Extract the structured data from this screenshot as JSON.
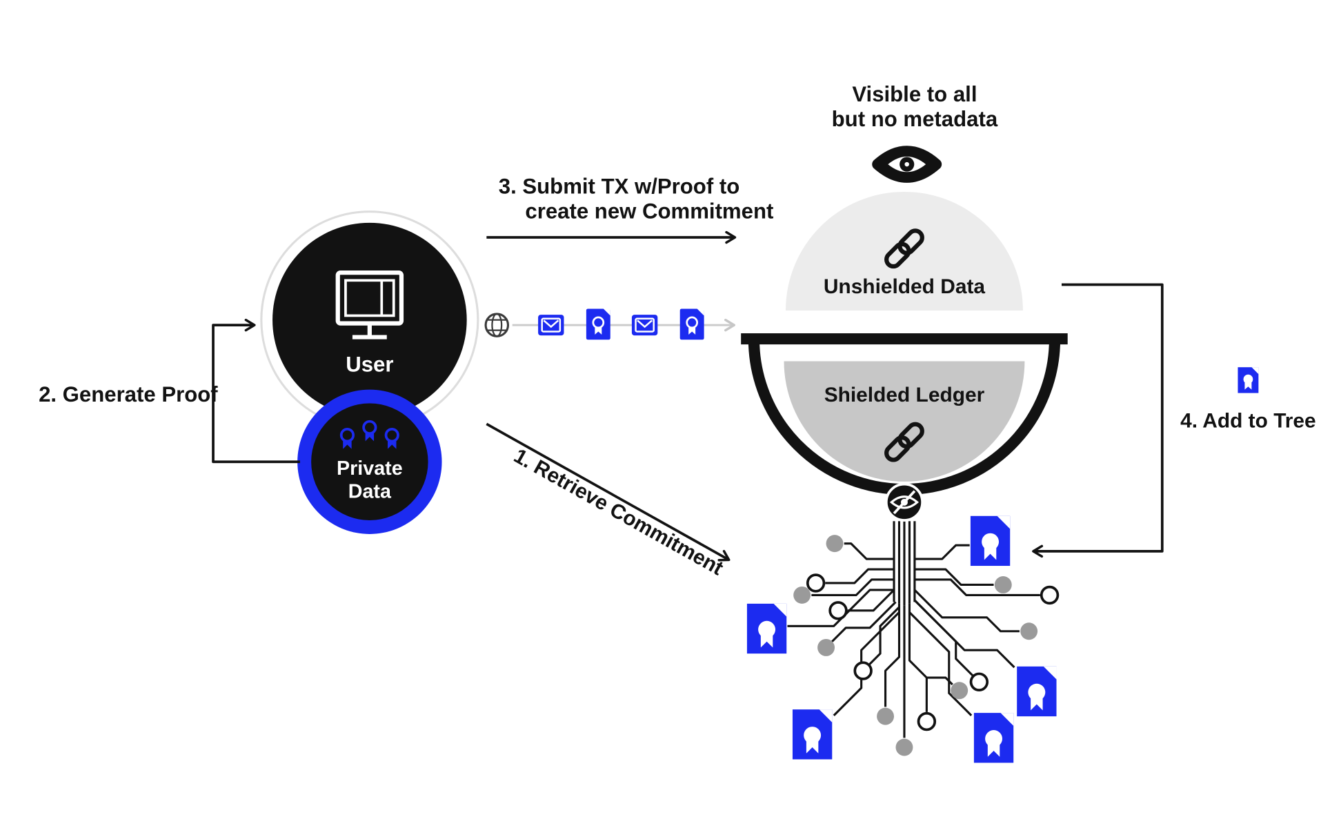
{
  "colors": {
    "accent_blue": "#1c2bf0",
    "ink": "#121212",
    "dome_gray": "#ececec",
    "ledger_gray": "#c7c7c7",
    "node_gray": "#9a9a9a",
    "soft_line": "#cccccc",
    "ring_gray": "#dddddd"
  },
  "labels": {
    "visible_1": "Visible to all",
    "visible_2": "but no metadata",
    "step1": "1.  Retrieve Commitment",
    "step2": "2.  Generate Proof",
    "step3_1": "3.  Submit TX w/Proof to",
    "step3_2": "create new Commitment",
    "step4": "4.  Add to Tree",
    "user": "User",
    "private_1": "Private",
    "private_2": "Data",
    "unshielded": "Unshielded Data",
    "shielded": "Shielded Ledger"
  },
  "icons": {
    "eye": "eye-icon",
    "eye_slash": "eye-slash-icon",
    "chain_link": "chain-link-icon",
    "monitor": "monitor-icon",
    "award_ribbon": "award-ribbon-icon",
    "globe": "globe-icon",
    "envelope": "envelope-icon",
    "document_seal": "document-seal-icon"
  }
}
